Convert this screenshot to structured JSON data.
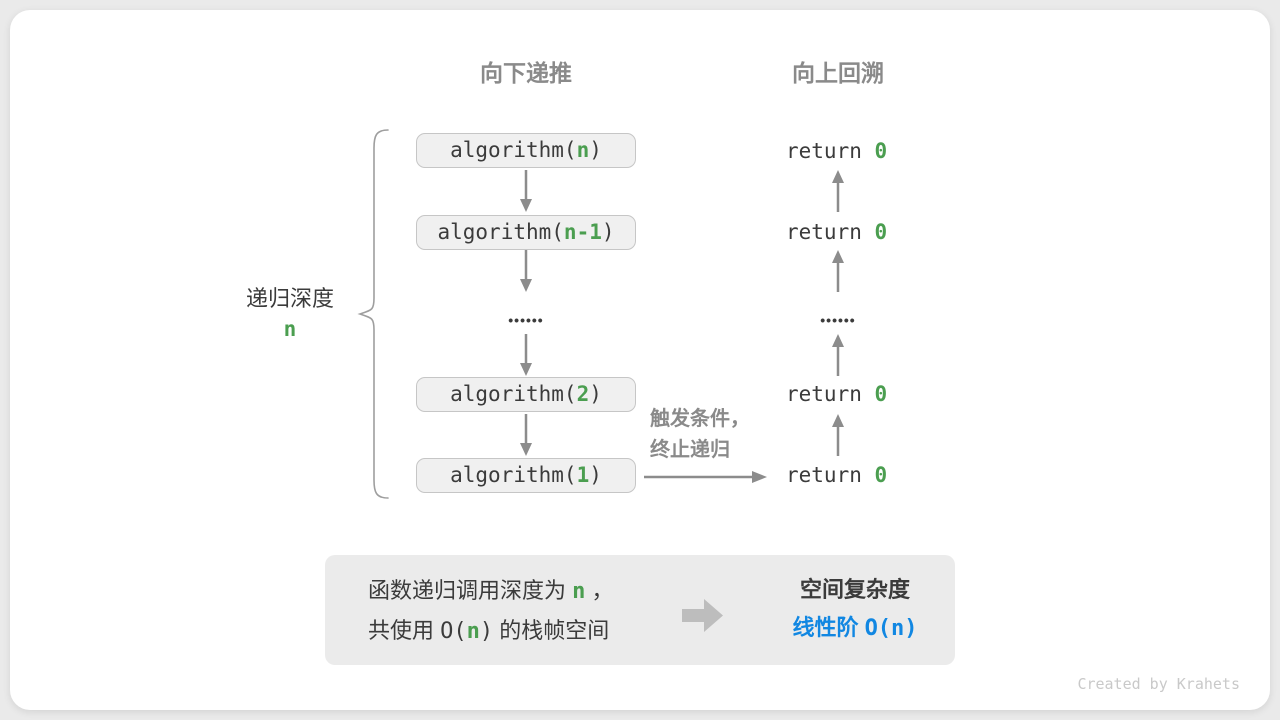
{
  "colors": {
    "green": "#4B9E50",
    "blue": "#1187E2",
    "gray": "#8A8A8A",
    "dark": "#3B3B3B"
  },
  "headers": {
    "down": "向下递推",
    "up": "向上回溯"
  },
  "depth": {
    "label": "递归深度",
    "value": "n"
  },
  "calls": [
    {
      "pre": "algorithm(",
      "arg": "n",
      "post": ")"
    },
    {
      "pre": "algorithm(",
      "arg": "n-1",
      "post": ")"
    },
    {
      "pre": "algorithm(",
      "arg": "2",
      "post": ")"
    },
    {
      "pre": "algorithm(",
      "arg": "1",
      "post": ")"
    }
  ],
  "returns": [
    {
      "pre": "return ",
      "val": "0"
    },
    {
      "pre": "return ",
      "val": "0"
    },
    {
      "pre": "return ",
      "val": "0"
    },
    {
      "pre": "return ",
      "val": "0"
    }
  ],
  "dots": "••••••",
  "annotation": {
    "line1": "触发条件，",
    "line2": "终止递归"
  },
  "summary": {
    "left_line1": {
      "pre": "函数递归调用深度为 ",
      "var": "n",
      "post": " ，"
    },
    "left_line2": {
      "pre": "共使用 ",
      "code_pre": "O(",
      "var": "n",
      "code_post": ")",
      "post": " 的栈帧空间"
    },
    "right_title": "空间复杂度",
    "right_value": {
      "pre": "线性阶 ",
      "code": "O(n)"
    }
  },
  "credit": "Created by Krahets"
}
